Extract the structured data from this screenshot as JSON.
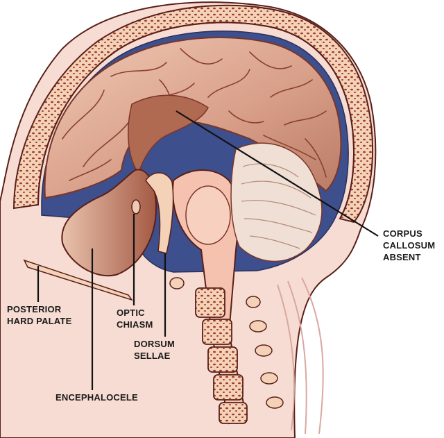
{
  "labels": {
    "corpus_callosum": [
      "CORPUS",
      "CALLOSUM",
      "ABSENT"
    ],
    "posterior_hard_palate": [
      "POSTERIOR",
      "HARD PALATE"
    ],
    "optic_chiasm": [
      "OPTIC",
      "CHIASM"
    ],
    "dorsum_sellae": [
      "DORSUM",
      "SELLAE"
    ],
    "encephalocele": [
      "ENCEPHALOCELE"
    ]
  },
  "colors": {
    "skin": "#f6dcd2",
    "skull_bone": "#f3d2b8",
    "skull_dots": "#9c3a2c",
    "outline": "#5a1f18",
    "brain_light": "#f0c9b4",
    "brain_mid": "#d9a08a",
    "brain_dark": "#a45a44",
    "csf": "#3d4f8c",
    "cerebellum": "#efdfd4",
    "leader_line": "#111111"
  }
}
